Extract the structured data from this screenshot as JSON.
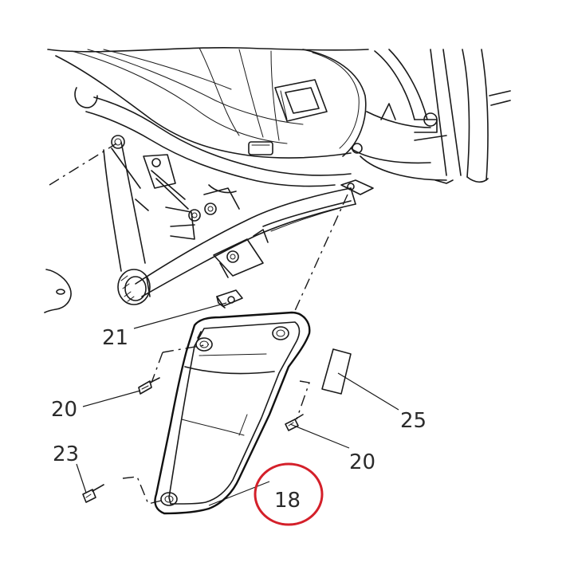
{
  "callouts": {
    "part_18": "18",
    "part_20_left": "20",
    "part_20_right": "20",
    "part_21": "21",
    "part_23": "23",
    "part_25": "25"
  },
  "highlight": {
    "target_part": "18",
    "ring_color": "#d4202a"
  },
  "colors": {
    "line": "#1a1a1a",
    "text": "#2b2b2b",
    "background": "#ffffff"
  }
}
